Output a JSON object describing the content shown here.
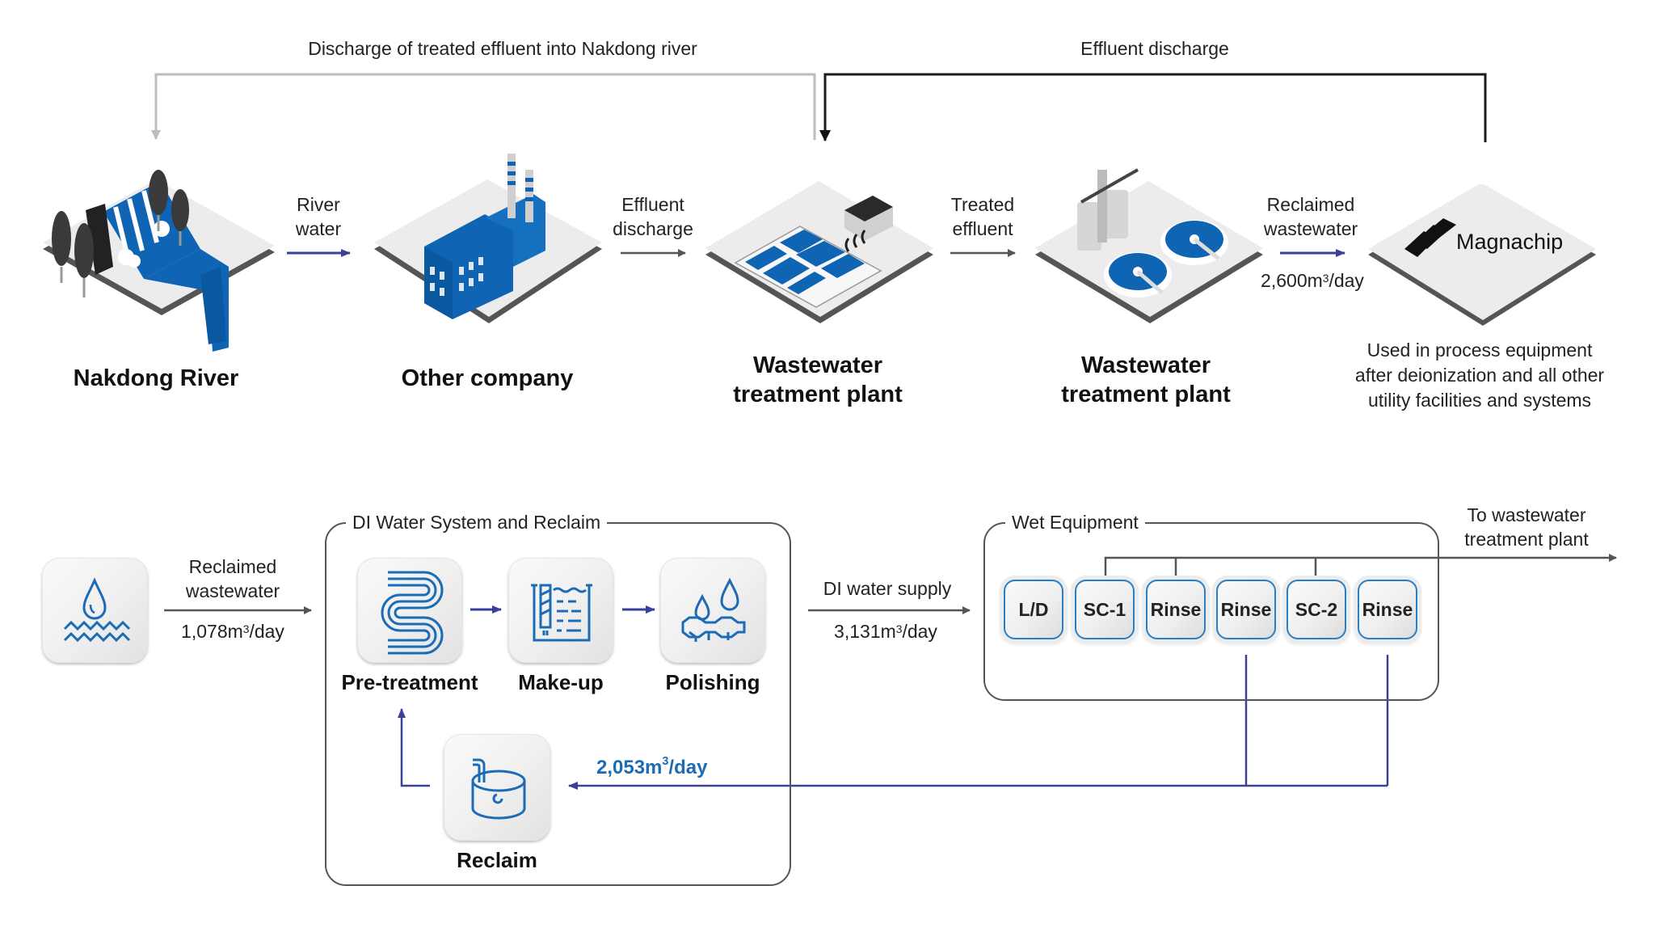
{
  "top_flow": {
    "discharge_to_river_label": "Discharge of treated effluent into Nakdong river",
    "effluent_discharge_top_label": "Effluent discharge",
    "nodes": [
      {
        "name": "Nakdong River",
        "icon": "river-dam-icon"
      },
      {
        "name": "Other company",
        "icon": "factory-icon"
      },
      {
        "name_line1": "Wastewater",
        "name_line2": "treatment plant",
        "icon": "treatment-basins-icon"
      },
      {
        "name_line1": "Wastewater",
        "name_line2": "treatment plant",
        "icon": "clarifier-tanks-icon"
      },
      {
        "logo_text": "Magnachip",
        "icon": "magnachip-logo"
      }
    ],
    "edges": [
      {
        "line1": "River",
        "line2": "water",
        "color": "#3a3f97"
      },
      {
        "line1": "Effluent",
        "line2": "discharge",
        "color": "#555555"
      },
      {
        "line1": "Treated",
        "line2": "effluent",
        "color": "#555555"
      },
      {
        "line1": "Reclaimed",
        "line2": "wastewater",
        "amount": "2,600m",
        "amount_unit_sup": "3",
        "amount_suffix": "/day",
        "color": "#3a3f97"
      }
    ],
    "magnachip_note": [
      "Used in process equipment",
      "after deionization and all other",
      "utility facilities and systems"
    ]
  },
  "bottom_flow": {
    "source_icon": "water-drop-waves-icon",
    "inflow": {
      "line1": "Reclaimed",
      "line2": "wastewater",
      "amount": "1,078m",
      "amount_unit_sup": "3",
      "amount_suffix": "/day"
    },
    "di_system": {
      "title": "DI Water System and Reclaim",
      "steps": [
        {
          "label": "Pre-treatment",
          "icon": "pipe-serpentine-icon"
        },
        {
          "label": "Make-up",
          "icon": "tank-filter-icon"
        },
        {
          "label": "Polishing",
          "icon": "resin-drops-icon"
        },
        {
          "label": "Reclaim",
          "icon": "reclaim-tank-icon"
        }
      ]
    },
    "supply": {
      "label": "DI water supply",
      "amount": "3,131m",
      "amount_unit_sup": "3",
      "amount_suffix": "/day"
    },
    "wet_equipment": {
      "title": "Wet Equipment",
      "units": [
        "L/D",
        "SC-1",
        "Rinse",
        "Rinse",
        "SC-2",
        "Rinse"
      ]
    },
    "to_wwtp": {
      "line1": "To wastewater",
      "line2": "treatment plant"
    },
    "reclaim_flow": {
      "amount": "2,053m",
      "amount_unit_sup": "3",
      "amount_suffix": "/day",
      "color": "#1b6bb6"
    }
  },
  "colors": {
    "brand_blue": "#0f64b4",
    "arrow_navy": "#3a3f97",
    "gray_line": "#bdbdbd",
    "dark_line": "#222222"
  }
}
